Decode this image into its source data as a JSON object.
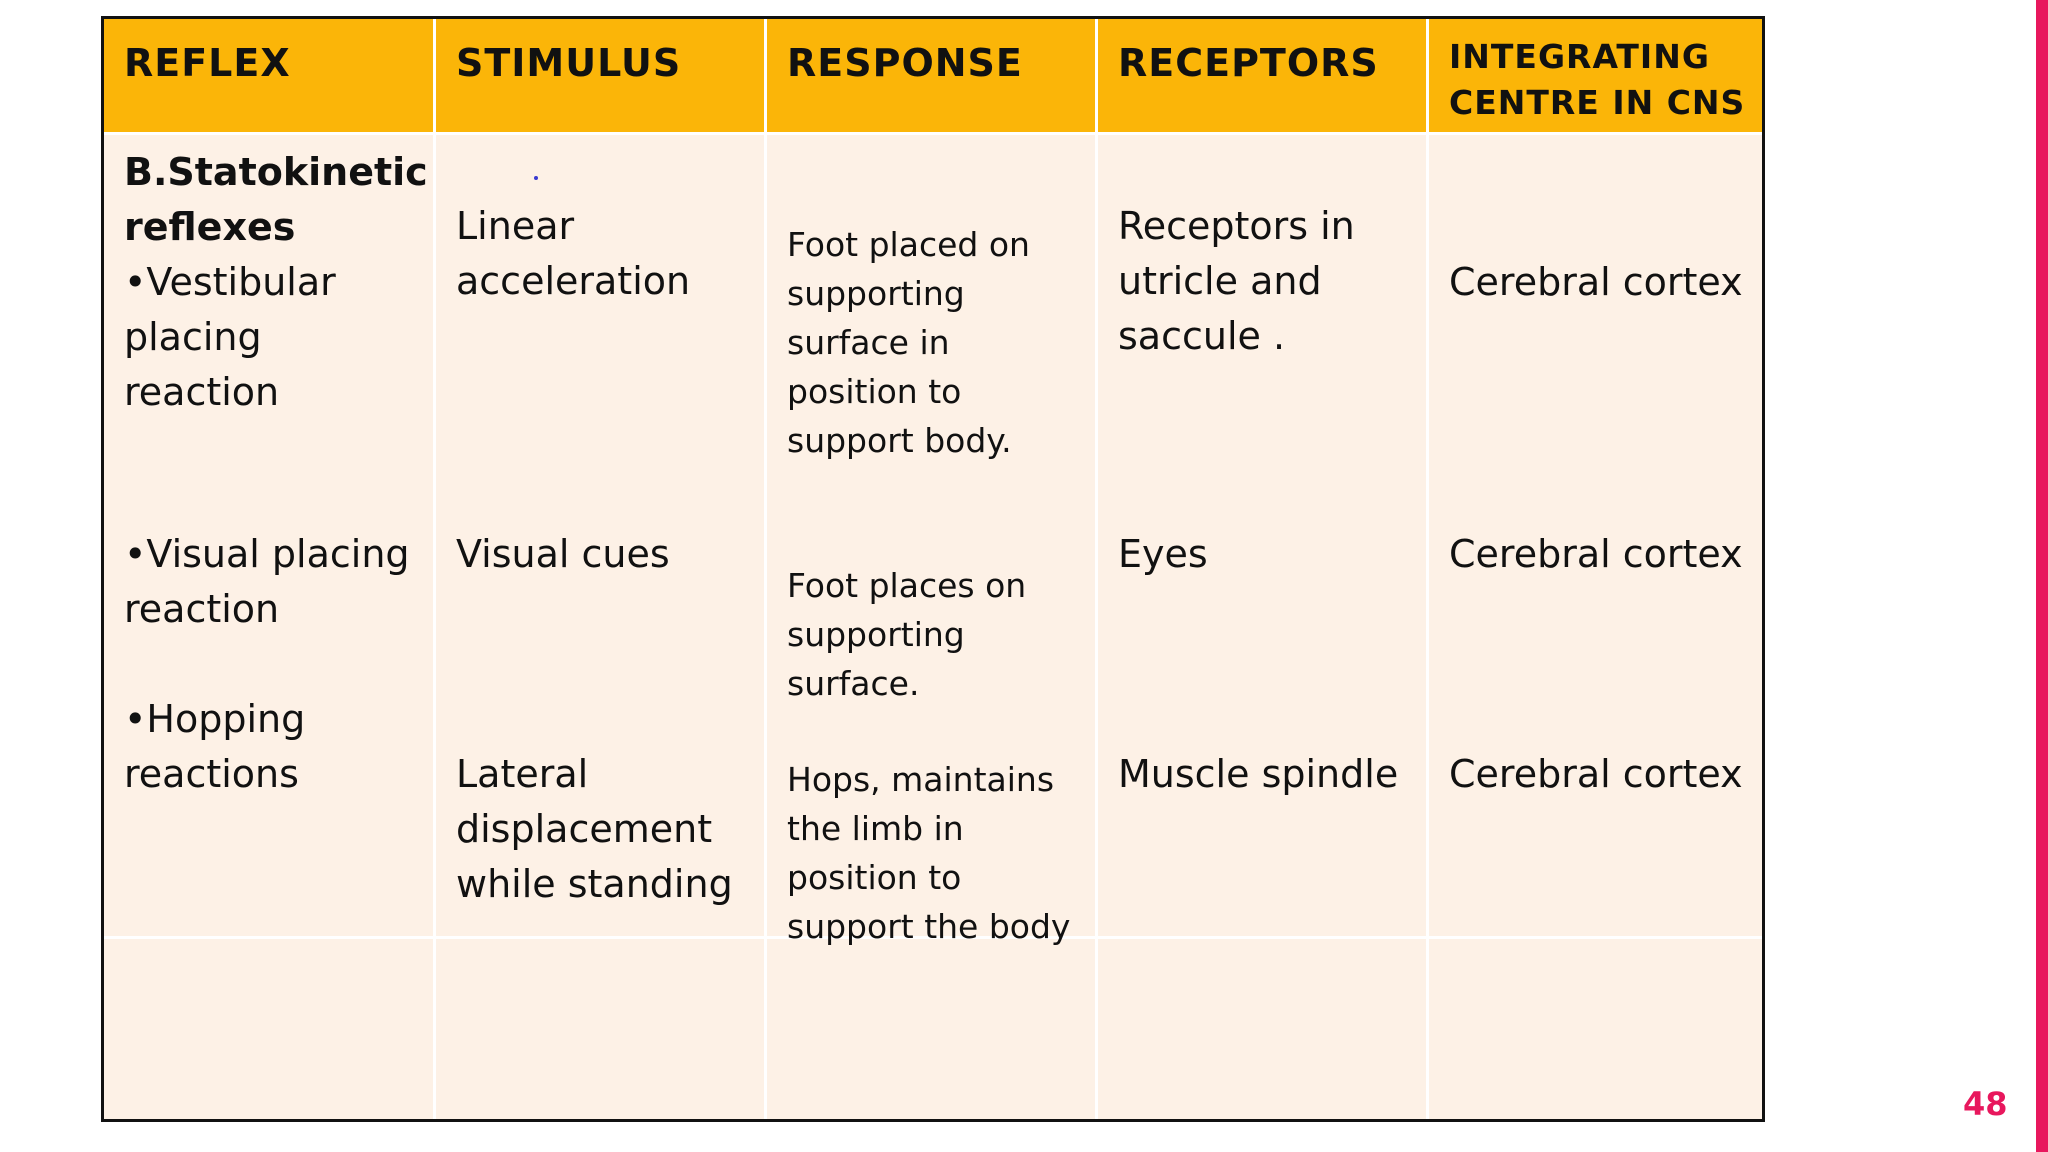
{
  "slide": {
    "page_number": "48",
    "accent_color": "#e8175d",
    "header_color": "#fbb508",
    "body_color": "#fdf1e6"
  },
  "table": {
    "headers": {
      "reflex": "REFLEX",
      "stimulus": "STIMULUS",
      "response": "RESPONSE",
      "receptors": "RECEPTORS",
      "integrating": "INTEGRATING\nCENTRE IN CNS"
    },
    "section_title": "B.Statokinetic\nreflexes",
    "rows": [
      {
        "reflex": "•Vestibular\nplacing\nreaction",
        "stimulus": "Linear\nacceleration",
        "response": "Foot placed on\nsupporting\nsurface in\nposition to\nsupport body.",
        "receptors": "Receptors in\nutricle and\nsaccule .",
        "integrating": "Cerebral cortex"
      },
      {
        "reflex": "•Visual placing\nreaction",
        "stimulus": "Visual cues",
        "response": "Foot places on\nsupporting\nsurface.",
        "receptors": "Eyes",
        "integrating": "Cerebral cortex"
      },
      {
        "reflex": "•Hopping\nreactions",
        "stimulus": "Lateral\ndisplacement\nwhile standing",
        "response": " Hops, maintains\nthe limb in\nposition to\nsupport the body",
        "receptors": "Muscle spindle",
        "integrating": "Cerebral cortex"
      }
    ]
  }
}
